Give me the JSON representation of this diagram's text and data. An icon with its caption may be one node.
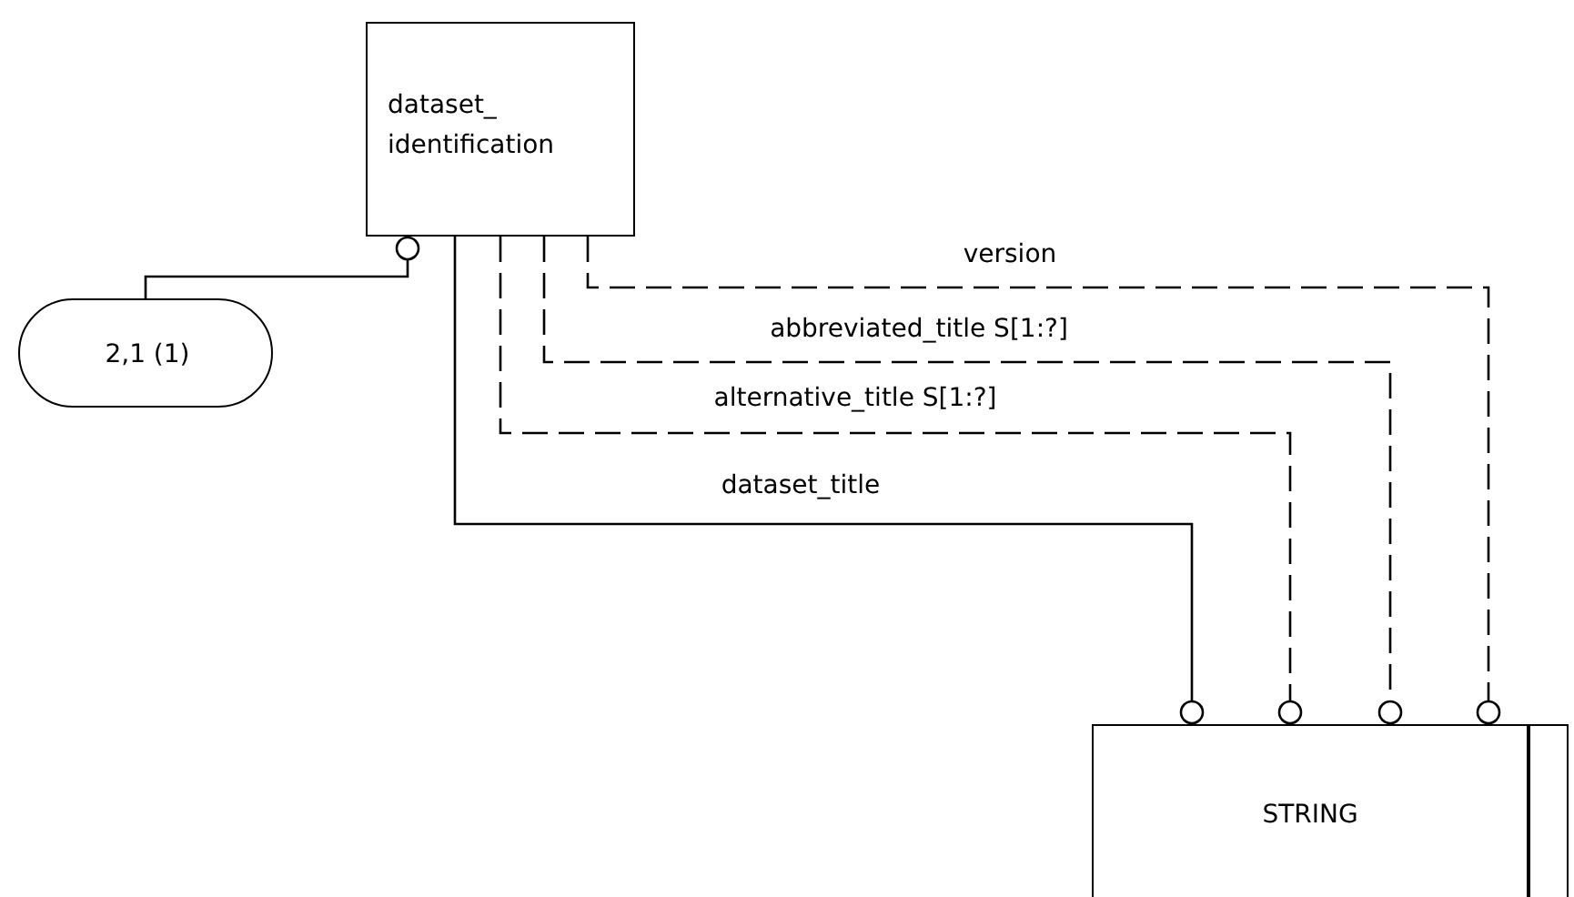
{
  "diagram": {
    "nodes": [
      {
        "text": [
          "dataset_ identification"
        ]
      },
      {
        "text": [
          "2,1 (1)"
        ]
      },
      {
        "text": [
          "STRING"
        ]
      }
    ],
    "edges": [
      {
        "from": 1,
        "to": 0,
        "arrow": "other"
      },
      {
        "from": 0,
        "to": 2,
        "arrow": "other",
        "label": "version",
        "style": "dashed"
      },
      {
        "from": 0,
        "to": 2,
        "arrow": "other",
        "label": "abbreviated_title S[1:?]",
        "style": "dashed"
      },
      {
        "from": 0,
        "to": 2,
        "arrow": "other",
        "label": "alternative_title S[1:?]",
        "style": "dashed"
      },
      {
        "from": 0,
        "to": 2,
        "arrow": "other",
        "label": "dataset_title"
      }
    ]
  }
}
